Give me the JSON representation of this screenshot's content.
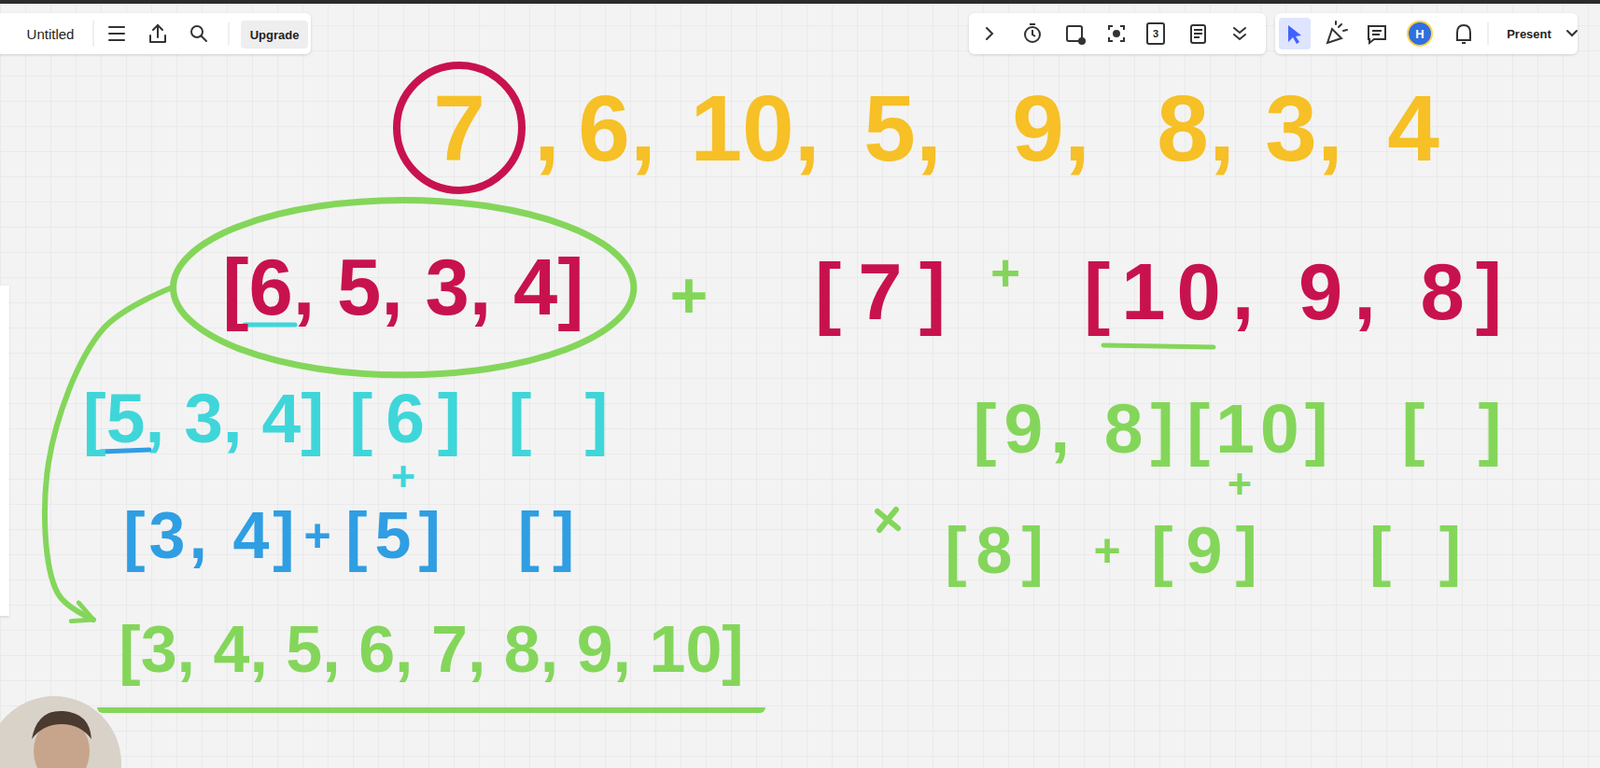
{
  "diagram": {
    "nodes": [
      {
        "text": [
          "7"
        ]
      },
      {
        "text": [
          "[6, 5, 3, 4]"
        ]
      },
      {
        "text": [
          "[3, 4, 5, 6, 7, 8, 9, 10]"
        ]
      }
    ],
    "edges": [
      {
        "from": 1,
        "to": 2,
        "arrow": "to"
      }
    ],
    "labels": [
      "Untitled",
      "Upgrade",
      "3",
      "H",
      "Present",
      ",",
      "6,",
      "10,",
      "5,",
      "9,",
      "8,",
      "3,",
      "4",
      "+",
      "[7]",
      "+",
      "[10, 9, 8]",
      "[5, 3, 4]",
      "[6]",
      "[ ]",
      "[9, 8]",
      "[10]",
      "[ ]",
      "+",
      "+",
      "[3, 4]",
      "+",
      "[5]",
      "[]",
      "[8]",
      "+",
      "[9]",
      "[ ]"
    ]
  }
}
